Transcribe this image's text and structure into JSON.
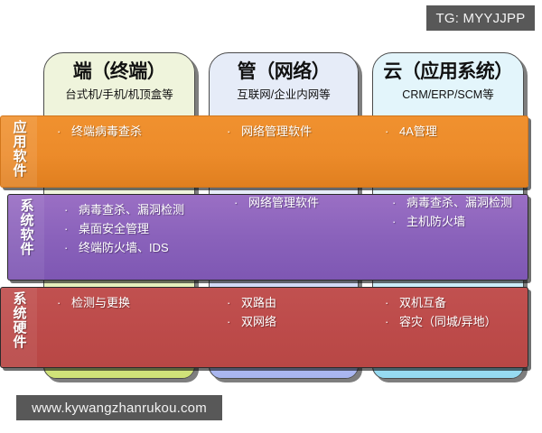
{
  "watermarks": {
    "tg": "TG: MYYJJPP",
    "site": "www.kywangzhanrukou.com"
  },
  "colors": {
    "layer_application": "#ec8b2a",
    "layer_system_software": "#8a62bb",
    "layer_system_hardware": "#bd4b4a",
    "pillar_terminal": "#eff4dc",
    "pillar_network": "#e6ecf8",
    "pillar_cloud": "#e3f5fb",
    "badge_background": "#585858"
  },
  "columns": [
    {
      "id": "terminal",
      "title": "端（终端）",
      "subtitle": "台式机/手机/机顶盒等"
    },
    {
      "id": "network",
      "title": "管（网络）",
      "subtitle": "互联网/企业内网等"
    },
    {
      "id": "cloud",
      "title": "云（应用系统）",
      "subtitle": "CRM/ERP/SCM等"
    }
  ],
  "layers": [
    {
      "id": "application-software",
      "label": "应用软件",
      "cells": [
        {
          "items": [
            "终端病毒查杀"
          ]
        },
        {
          "items": [
            "网络管理软件"
          ]
        },
        {
          "items": [
            "4A管理"
          ]
        }
      ]
    },
    {
      "id": "system-software",
      "label": "系统软件",
      "cells": [
        {
          "items": [
            "病毒查杀、漏洞检测",
            "桌面安全管理",
            "终端防火墙、IDS"
          ]
        },
        {
          "items": [
            "网络管理软件"
          ]
        },
        {
          "items": [
            "病毒查杀、漏洞检测",
            "主机防火墙"
          ]
        }
      ]
    },
    {
      "id": "system-hardware",
      "label": "系统硬件",
      "cells": [
        {
          "items": [
            "检测与更换"
          ]
        },
        {
          "items": [
            "双路由",
            "双网络"
          ]
        },
        {
          "items": [
            "双机互备",
            "容灾（同城/异地）"
          ]
        }
      ]
    }
  ],
  "bullet_glyph": "·"
}
